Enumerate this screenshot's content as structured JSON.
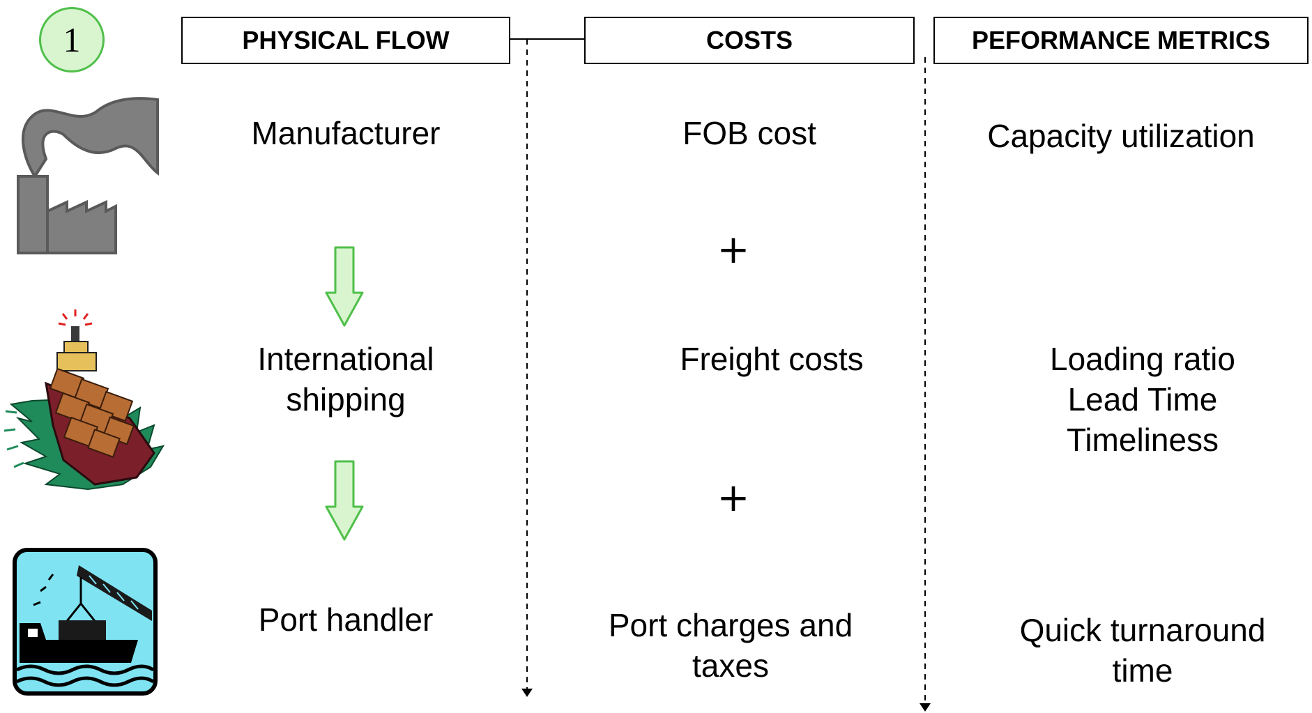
{
  "step_badge": "1",
  "headers": {
    "physical_flow": "PHYSICAL FLOW",
    "costs": "COSTS",
    "performance_metrics": "PEFORMANCE METRICS"
  },
  "physical_flow": {
    "manufacturer": "Manufacturer",
    "shipping": "International\nshipping",
    "port_handler": "Port handler"
  },
  "costs": {
    "fob": "FOB cost",
    "plus_1": "+",
    "freight": "Freight costs",
    "plus_2": "+",
    "port_charges": "Port charges and\ntaxes"
  },
  "metrics": {
    "capacity": "Capacity utilization",
    "shipping_metrics": "Loading ratio\nLead Time\nTimeliness",
    "turnaround": "Quick turnaround\ntime"
  },
  "icons": {
    "factory": "factory-icon",
    "ship": "cargo-ship-icon",
    "port": "port-crane-icon"
  },
  "colors": {
    "badge_fill": "#d8f5cf",
    "badge_border": "#4fbf4a",
    "arrow_fill": "#d8f5cf",
    "arrow_border": "#4fbf4a",
    "factory_gray": "#7f7f7f",
    "port_sky": "#7fe3f2"
  }
}
